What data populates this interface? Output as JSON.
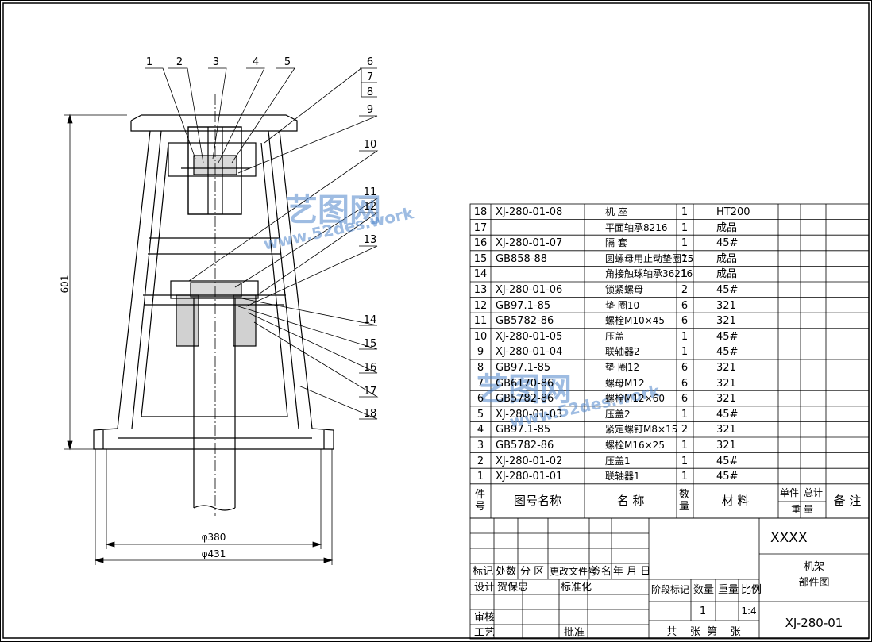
{
  "callouts_top": [
    "1",
    "2",
    "3",
    "4",
    "5",
    "6",
    "7",
    "8",
    "9",
    "10",
    "11",
    "12",
    "13"
  ],
  "callouts_bottom": [
    "14",
    "15",
    "16",
    "17",
    "18"
  ],
  "dimensions": {
    "height": "601",
    "d_inner": "φ380",
    "d_outer": "φ431"
  },
  "bom": {
    "rows": [
      {
        "no": "18",
        "code": "XJ-280-01-08",
        "name": "机 座",
        "qty": "1",
        "material": "HT200"
      },
      {
        "no": "17",
        "code": "",
        "name": "平面轴承8216",
        "qty": "1",
        "material": "成品"
      },
      {
        "no": "16",
        "code": "XJ-280-01-07",
        "name": "隔 套",
        "qty": "1",
        "material": "45#"
      },
      {
        "no": "15",
        "code": "GB858-88",
        "name": "圆螺母用止动垫圈75",
        "qty": "1",
        "material": "成品"
      },
      {
        "no": "14",
        "code": "",
        "name": "角接触球轴承36216",
        "qty": "1",
        "material": "成品"
      },
      {
        "no": "13",
        "code": "XJ-280-01-06",
        "name": "锁紧螺母",
        "qty": "2",
        "material": "45#"
      },
      {
        "no": "12",
        "code": "GB97.1-85",
        "name": "垫 圈10",
        "qty": "6",
        "material": "321"
      },
      {
        "no": "11",
        "code": "GB5782-86",
        "name": "螺栓M10×45",
        "qty": "6",
        "material": "321"
      },
      {
        "no": "10",
        "code": "XJ-280-01-05",
        "name": "压盖",
        "qty": "1",
        "material": "45#"
      },
      {
        "no": "9",
        "code": "XJ-280-01-04",
        "name": "联轴器2",
        "qty": "1",
        "material": "45#"
      },
      {
        "no": "8",
        "code": "GB97.1-85",
        "name": "垫 圈12",
        "qty": "6",
        "material": "321"
      },
      {
        "no": "7",
        "code": "GB6170-86",
        "name": "螺母M12",
        "qty": "6",
        "material": "321"
      },
      {
        "no": "6",
        "code": "GB5782-86",
        "name": "螺栓M12×60",
        "qty": "6",
        "material": "321"
      },
      {
        "no": "5",
        "code": "XJ-280-01-03",
        "name": "压盖2",
        "qty": "1",
        "material": "45#"
      },
      {
        "no": "4",
        "code": "GB97.1-85",
        "name": "紧定螺钉M8×15",
        "qty": "2",
        "material": "321"
      },
      {
        "no": "3",
        "code": "GB5782-86",
        "name": "螺栓M16×25",
        "qty": "1",
        "material": "321"
      },
      {
        "no": "2",
        "code": "XJ-280-01-02",
        "name": "压盖1",
        "qty": "1",
        "material": "45#"
      },
      {
        "no": "1",
        "code": "XJ-280-01-01",
        "name": "联轴器1",
        "qty": "1",
        "material": "45#"
      }
    ],
    "header": {
      "no": "件号",
      "code": "图号名称",
      "name": "名 称",
      "qty": "数量",
      "material": "材 料",
      "unit": "单件",
      "total": "总计",
      "weight": "重 量",
      "remark": "备 注"
    }
  },
  "title_block": {
    "company": "XXXX",
    "title_line1": "机架",
    "title_line2": "部件图",
    "drawing_no": "XJ-280-01",
    "rev_headers": [
      "标记",
      "处数",
      "分 区",
      "更改文件号",
      "签名",
      "年 月 日"
    ],
    "design": "设计",
    "designer": "贺保忠",
    "standard": "标准化",
    "review": "审核",
    "process": "工艺",
    "approve": "批准",
    "stage_headers": [
      "阶段标记",
      "数量",
      "重量",
      "比例"
    ],
    "qty": "1",
    "scale": "1:4",
    "sheets": "共    张  第    张"
  },
  "watermark": {
    "text1": "艺图网",
    "text2": "www.52des.work"
  }
}
